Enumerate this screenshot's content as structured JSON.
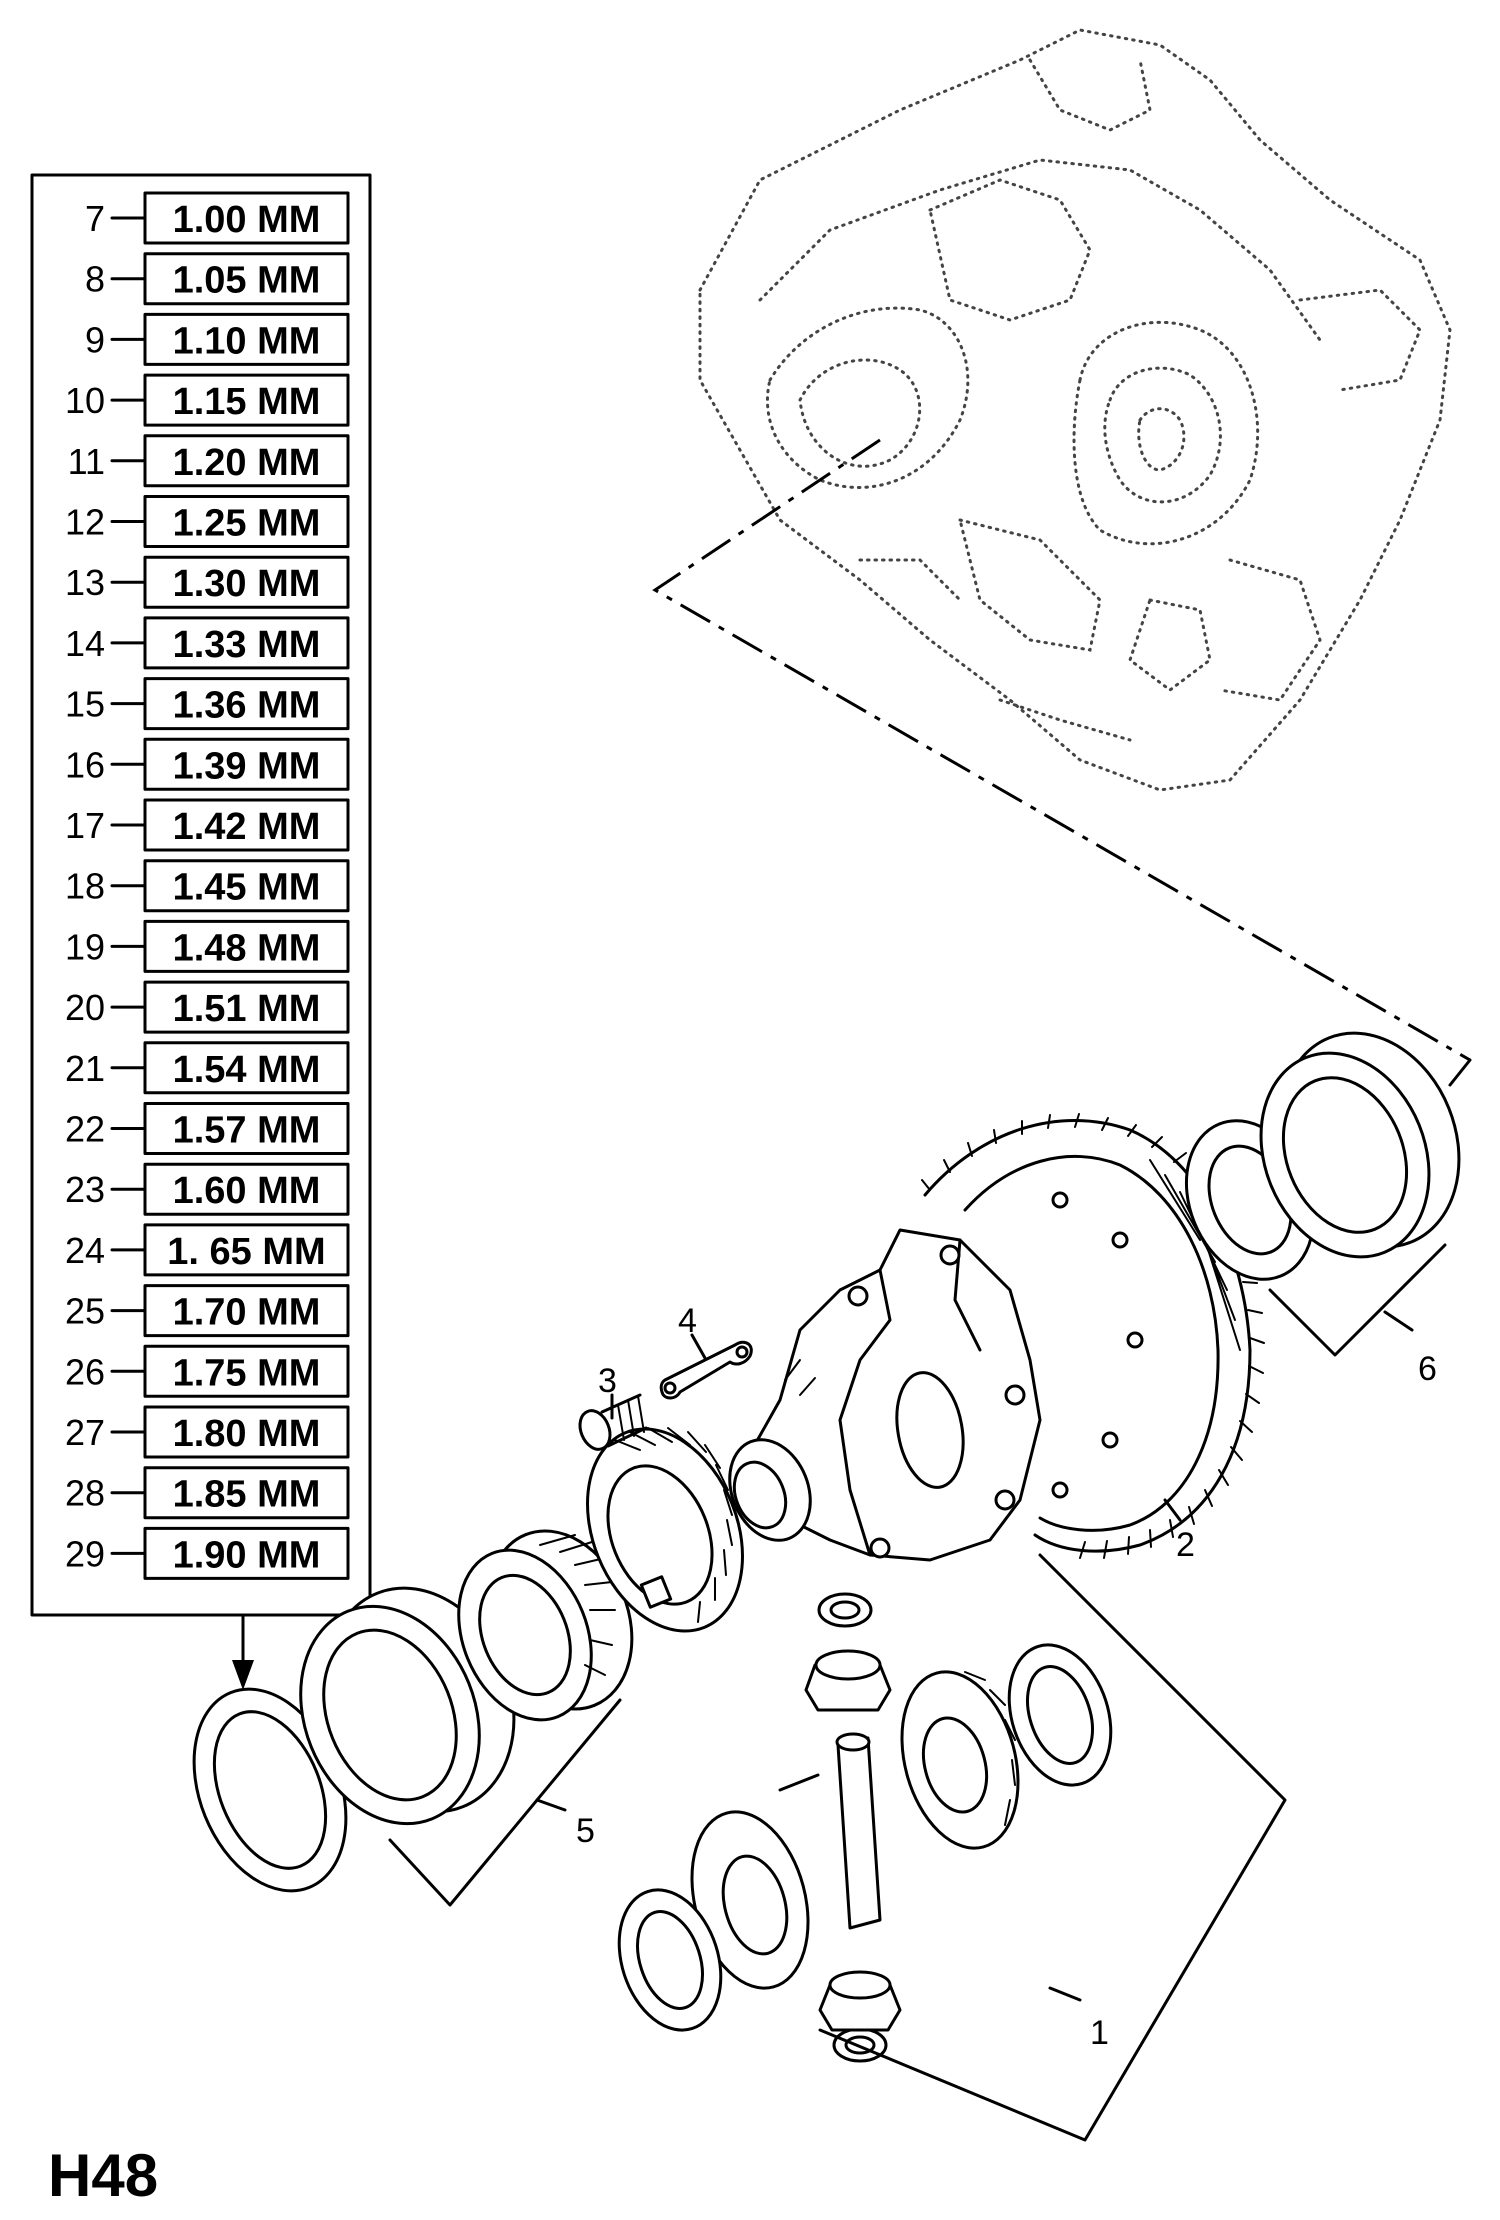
{
  "page_id": "H48",
  "shim_table": {
    "rows": [
      {
        "num": "7",
        "value": "1.00 MM"
      },
      {
        "num": "8",
        "value": "1.05 MM"
      },
      {
        "num": "9",
        "value": "1.10 MM"
      },
      {
        "num": "10",
        "value": "1.15 MM"
      },
      {
        "num": "11",
        "value": "1.20 MM"
      },
      {
        "num": "12",
        "value": "1.25 MM"
      },
      {
        "num": "13",
        "value": "1.30 MM"
      },
      {
        "num": "14",
        "value": "1.33 MM"
      },
      {
        "num": "15",
        "value": "1.36 MM"
      },
      {
        "num": "16",
        "value": "1.39 MM"
      },
      {
        "num": "17",
        "value": "1.42 MM"
      },
      {
        "num": "18",
        "value": "1.45 MM"
      },
      {
        "num": "19",
        "value": "1.48 MM"
      },
      {
        "num": "20",
        "value": "1.51 MM"
      },
      {
        "num": "21",
        "value": "1.54 MM"
      },
      {
        "num": "22",
        "value": "1.57 MM"
      },
      {
        "num": "23",
        "value": "1.60 MM"
      },
      {
        "num": "24",
        "value": "1. 65 MM"
      },
      {
        "num": "25",
        "value": "1.70 MM"
      },
      {
        "num": "26",
        "value": "1.75 MM"
      },
      {
        "num": "27",
        "value": "1.80 MM"
      },
      {
        "num": "28",
        "value": "1.85 MM"
      },
      {
        "num": "29",
        "value": "1.90 MM"
      }
    ]
  },
  "callouts": {
    "c1": "1",
    "c2": "2",
    "c3": "3",
    "c4": "4",
    "c5": "5",
    "c6": "6"
  }
}
